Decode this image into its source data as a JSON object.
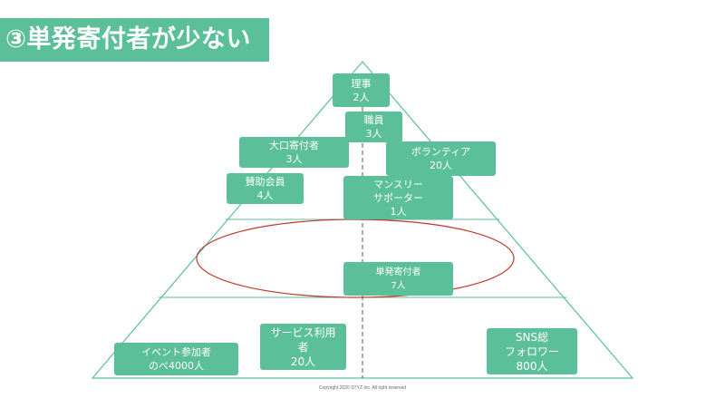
{
  "title": "③単発寄付者が少ない",
  "colors": {
    "accent": "#5bbf9a",
    "line": "#5bbf9a",
    "ellipse": "#c0392b"
  },
  "boxes": {
    "riji": {
      "line1": "理事",
      "line2": "2人"
    },
    "shokuin": {
      "line1": "職員",
      "line2": "3人"
    },
    "ookuchi": {
      "line1": "大口寄付者",
      "line2": "3人"
    },
    "volunteer": {
      "line1": "ボランティア",
      "line2": "20人"
    },
    "sanjo": {
      "line1": "賛助会員",
      "line2": "4人"
    },
    "monthly": {
      "line1": "マンスリー",
      "line2": "サポーター",
      "line3": "1人"
    },
    "tanpatsu": {
      "line1": "単発寄付者",
      "line2": "7人"
    },
    "event": {
      "line1": "イベント参加者",
      "line2": "のべ4000人"
    },
    "service": {
      "line1": "サービス利用",
      "line2": "者",
      "line3": "20人"
    },
    "sns": {
      "line1": "SNS総",
      "line2": "フォロワー",
      "line3": "800人"
    }
  },
  "copyright": "Copyright 2020 STYZ Inc. All right reserved"
}
